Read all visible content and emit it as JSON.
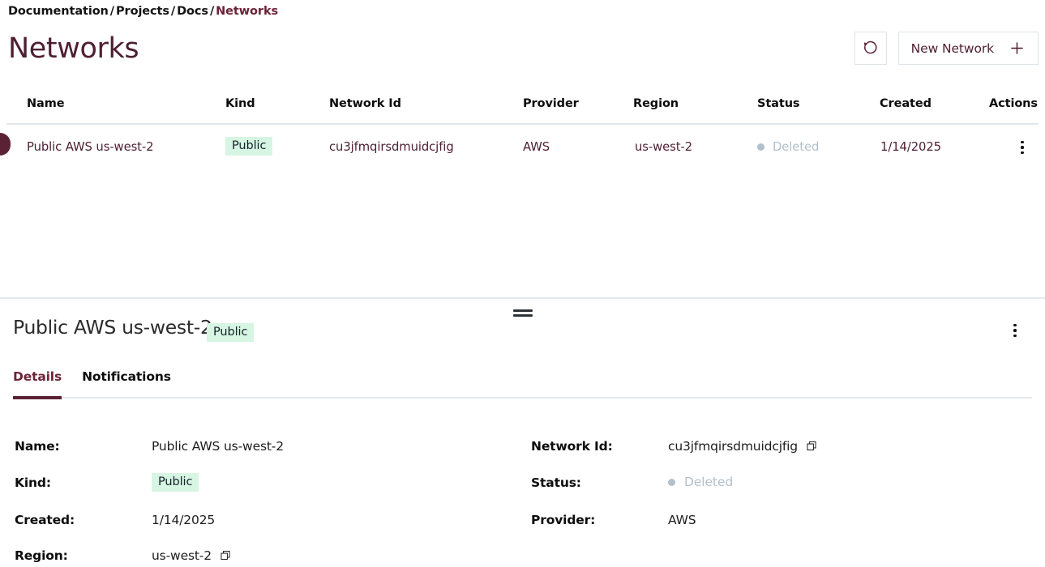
{
  "breadcrumb": {
    "items": [
      {
        "label": "Documentation",
        "current": false
      },
      {
        "label": "Projects",
        "current": false
      },
      {
        "label": "Docs",
        "current": false
      },
      {
        "label": "Networks",
        "current": true
      }
    ],
    "separator": "/"
  },
  "header": {
    "title": "Networks",
    "refresh_icon": "refresh-icon",
    "new_network_label": "New Network",
    "plus_icon": "plus-icon"
  },
  "table": {
    "columns": [
      "Name",
      "Kind",
      "Network Id",
      "Provider",
      "Region",
      "Status",
      "Created",
      "Actions"
    ],
    "rows": [
      {
        "name": "Public AWS us-west-2",
        "kind": "Public",
        "network_id": "cu3jfmqirsdmuidcjfig",
        "provider": "AWS",
        "region": "us-west-2",
        "status": "Deleted",
        "created": "1/14/2025",
        "actions_icon": "kebab-menu-icon"
      }
    ]
  },
  "detail": {
    "title": "Public AWS us-west-2",
    "badge": "Public",
    "menu_icon": "kebab-menu-icon",
    "tabs": [
      {
        "label": "Details",
        "active": true
      },
      {
        "label": "Notifications",
        "active": false
      }
    ],
    "fields_left": [
      {
        "label": "Name:",
        "value": "Public AWS us-west-2",
        "type": "text",
        "copy": false
      },
      {
        "label": "Kind:",
        "value": "Public",
        "type": "badge",
        "copy": false
      },
      {
        "label": "Created:",
        "value": "1/14/2025",
        "type": "text",
        "copy": false
      },
      {
        "label": "Region:",
        "value": "us-west-2",
        "type": "text",
        "copy": true
      }
    ],
    "fields_right": [
      {
        "label": "Network Id:",
        "value": "cu3jfmqirsdmuidcjfig",
        "type": "text",
        "copy": true
      },
      {
        "label": "Status:",
        "value": "Deleted",
        "type": "status",
        "copy": false
      },
      {
        "label": "Provider:",
        "value": "AWS",
        "type": "text",
        "copy": false
      }
    ]
  },
  "colors": {
    "accent": "#5b2236",
    "accent_text": "#4d1f31",
    "badge_bg": "#d6f5e3",
    "status_muted": "#b2c0cb",
    "border": "#e4e9ed"
  }
}
